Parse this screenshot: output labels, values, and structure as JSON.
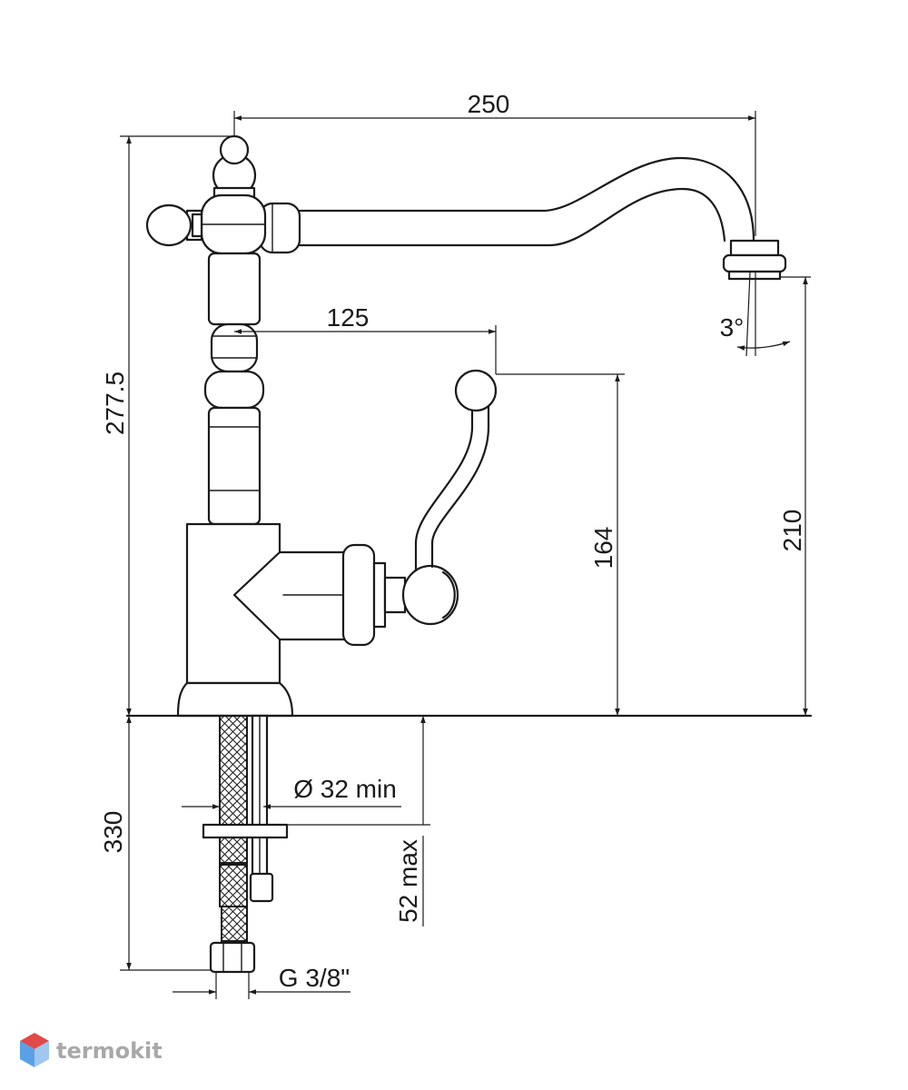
{
  "dimensions": {
    "width_total": "250",
    "spout_reach": "125",
    "height_total": "277.5",
    "handle_height": "164",
    "spout_height": "210",
    "angle": "3°",
    "hole_diameter": "Ø 32 min",
    "counter_thickness": "52 max",
    "hose_depth": "330",
    "thread": "G 3/8\""
  },
  "logo": {
    "text": "termokit",
    "icon": "hexagon-cube-icon",
    "colors": {
      "top": "#e04a4a",
      "left": "#5aa0e6",
      "right": "#9fc7f0",
      "text": "#a8a8a8"
    }
  }
}
